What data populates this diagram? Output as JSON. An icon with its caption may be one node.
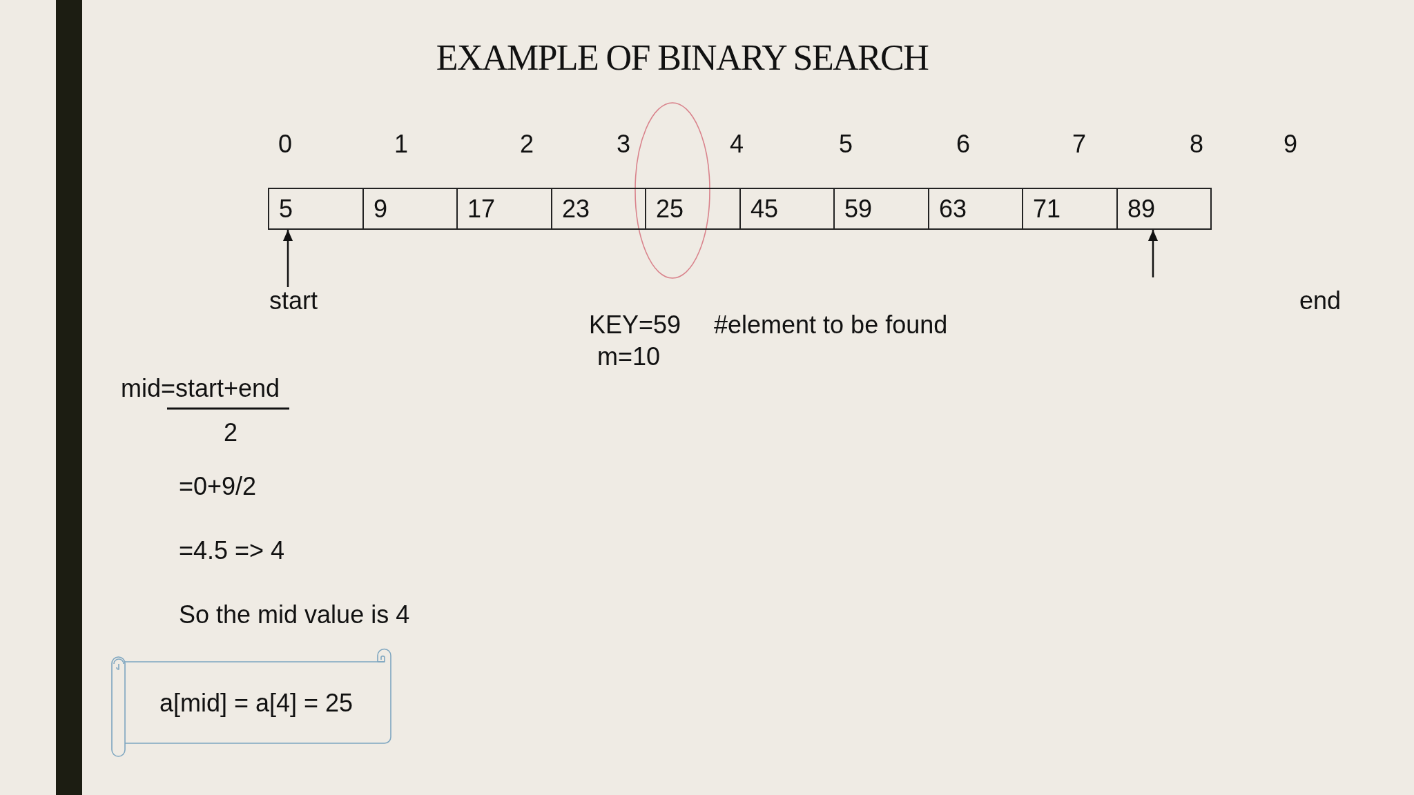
{
  "diagram": {
    "title": "EXAMPLE OF BINARY SEARCH",
    "nodes": [
      {
        "text": [
          "5"
        ]
      },
      {
        "text": [
          "9"
        ]
      },
      {
        "text": [
          "17"
        ]
      },
      {
        "text": [
          "23"
        ]
      },
      {
        "text": [
          "25"
        ]
      },
      {
        "text": [
          "45"
        ]
      },
      {
        "text": [
          "59"
        ]
      },
      {
        "text": [
          "63"
        ]
      },
      {
        "text": [
          "71"
        ]
      },
      {
        "text": [
          "89"
        ]
      },
      {
        "text": [
          "start"
        ]
      },
      {
        "text": [
          "a[mid] = a[4] = 25"
        ]
      }
    ],
    "edges": [
      {
        "from": 10,
        "to": 0,
        "arrow": "to"
      },
      {
        "from": null,
        "to": 9,
        "arrow": "to"
      }
    ],
    "labels": [
      "0",
      "1",
      "2",
      "3",
      "4",
      "5",
      "6",
      "7",
      "8",
      "9",
      "end",
      "KEY=59",
      "#element to be found",
      "m=10",
      "mid=start+end",
      "2",
      "=0+9/2",
      "=4.5 => 4",
      "So the mid value is 4"
    ]
  }
}
